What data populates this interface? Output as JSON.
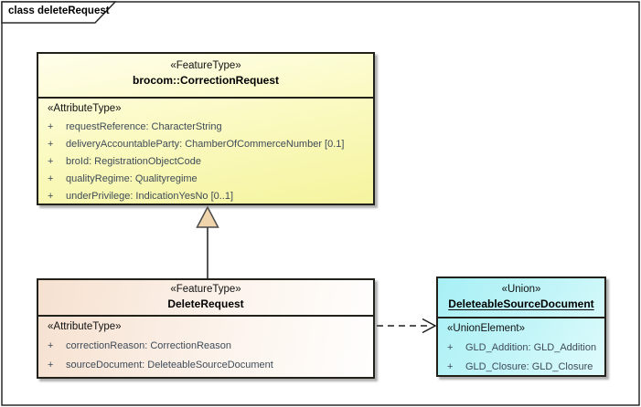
{
  "frame": {
    "label": "class deleteRequest"
  },
  "colors": {
    "correction_request_fill_top": "#fffeeb",
    "correction_request_fill_bottom": "#f5f49e",
    "delete_request_fill_left": "#f6e1d0",
    "delete_request_fill_right": "#fffefd",
    "union_fill_top": "#a7f0f5",
    "union_fill_bottom": "#dffbfc",
    "box_border": "#21211a",
    "attribute_text": "#3e4b58",
    "generalization_arrowhead_fill": "#f0d5ac"
  },
  "classes": [
    {
      "stereotype": "«FeatureType»",
      "name": "brocom::CorrectionRequest",
      "section_label": "«AttributeType»",
      "attributes": [
        {
          "vis": "+",
          "text": "requestReference: CharacterString"
        },
        {
          "vis": "+",
          "text": "deliveryAccountableParty: ChamberOfCommerceNumber [0.1]"
        },
        {
          "vis": "+",
          "text": "broId: RegistrationObjectCode"
        },
        {
          "vis": "+",
          "text": "qualityRegime: Qualityregime"
        },
        {
          "vis": "+",
          "text": "underPrivilege: IndicationYesNo [0..1]"
        }
      ]
    },
    {
      "stereotype": "«FeatureType»",
      "name": "DeleteRequest",
      "section_label": "«AttributeType»",
      "attributes": [
        {
          "vis": "+",
          "text": "correctionReason: CorrectionReason"
        },
        {
          "vis": "+",
          "text": "sourceDocument: DeleteableSourceDocument"
        }
      ]
    },
    {
      "stereotype": "«Union»",
      "name": "DeleteableSourceDocument",
      "section_label": "«UnionElement»",
      "attributes": [
        {
          "vis": "+",
          "text": "GLD_Addition: GLD_Addition"
        },
        {
          "vis": "+",
          "text": "GLD_Closure: GLD_Closure"
        }
      ]
    }
  ],
  "relations": [
    {
      "type": "generalization",
      "from": "DeleteRequest",
      "to": "brocom::CorrectionRequest"
    },
    {
      "type": "dependency",
      "from": "DeleteRequest",
      "to": "DeleteableSourceDocument"
    }
  ]
}
